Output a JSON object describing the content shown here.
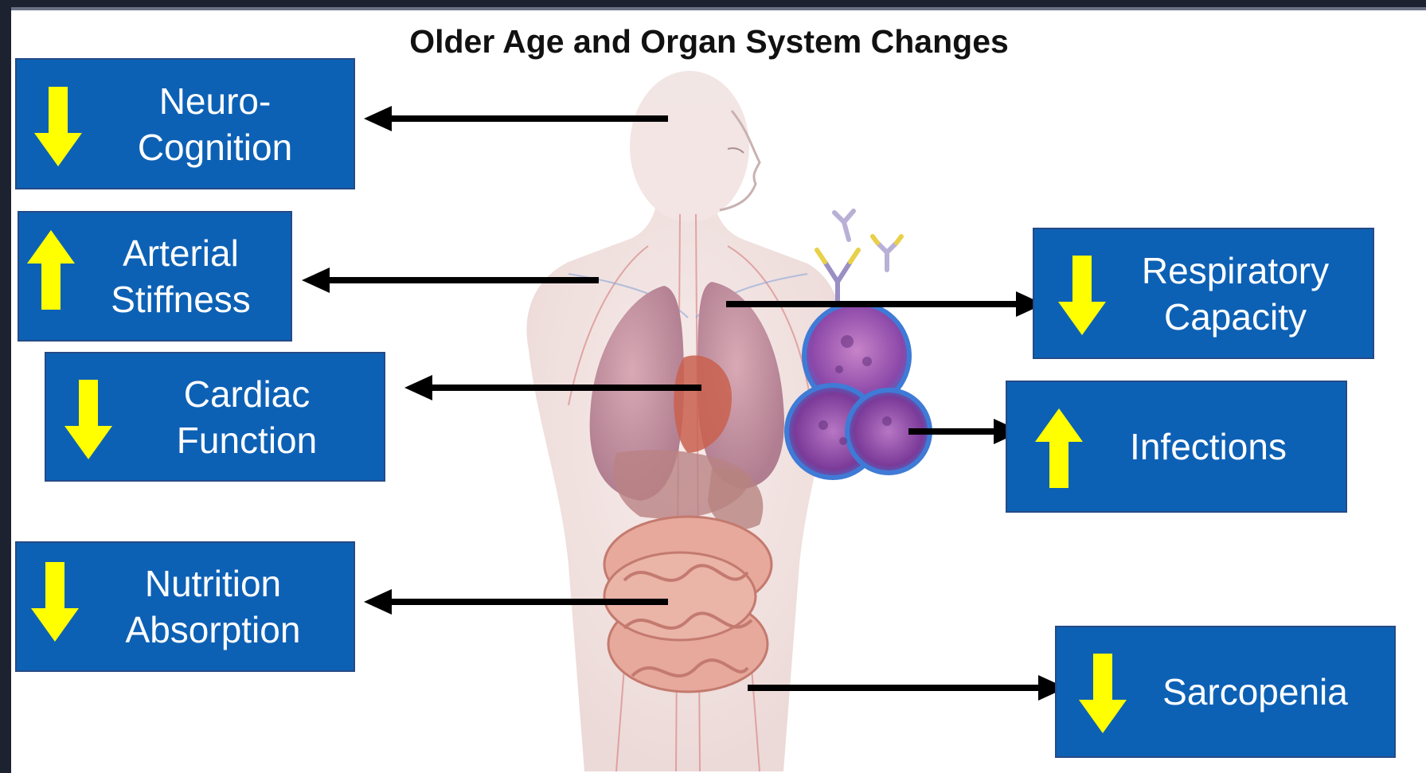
{
  "title": "Older Age and Organ System Changes",
  "colors": {
    "box_fill": "#0d61b5",
    "arrow_indicator": "#ffff00",
    "pointer_arrow": "#000000"
  },
  "icons": {
    "up": "up-arrow-icon",
    "down": "down-arrow-icon"
  },
  "left_boxes": [
    {
      "label": "Neuro-\nCognition",
      "direction": "down"
    },
    {
      "label": "Arterial\nStiffness",
      "direction": "up"
    },
    {
      "label": "Cardiac\nFunction",
      "direction": "down"
    },
    {
      "label": "Nutrition\nAbsorption",
      "direction": "down"
    }
  ],
  "right_boxes": [
    {
      "label": "Respiratory\nCapacity",
      "direction": "down"
    },
    {
      "label": "Infections",
      "direction": "up"
    },
    {
      "label": "Sarcopenia",
      "direction": "down"
    }
  ]
}
